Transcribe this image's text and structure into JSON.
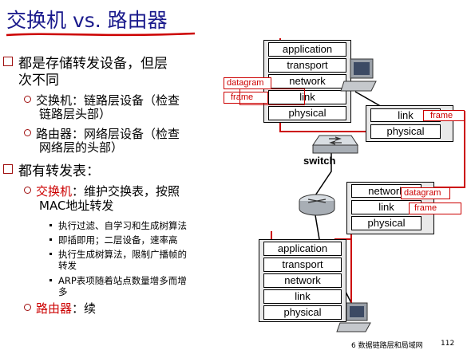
{
  "title": "交换机 vs. 路由器",
  "bullets": {
    "b1_line1": "都是存储转发设备，但层",
    "b1_line2": "次不同",
    "s1_line1": "交换机：链路层设备（检查",
    "s1_line2": "链路层头部）",
    "s2_line1": "路由器：网络层设备（检查",
    "s2_line2": "网络层的头部）",
    "b2": "都有转发表：",
    "s3_red": "交换机",
    "s3_rest": "：维护交换表，按照",
    "s3_line2": "MAC地址转发",
    "t1": "执行过滤、自学习和生成树算法",
    "t2": "即插即用；二层设备，速率高",
    "t3_line1": "执行生成树算法，限制广播帧的",
    "t3_line2": "转发",
    "t4_line1": "ARP表项随着站点数量增多而增",
    "t4_line2": "多",
    "s4_red": "路由器",
    "s4_rest": "：续"
  },
  "diagram": {
    "top_host_layers": [
      "application",
      "transport",
      "network",
      "link",
      "physical"
    ],
    "switch_layers": [
      "link",
      "physical"
    ],
    "router_layers": [
      "network",
      "link",
      "physical"
    ],
    "bottom_host_layers": [
      "application",
      "transport",
      "network",
      "link",
      "physical"
    ],
    "tags": {
      "datagram1": "datagram",
      "frame1": "frame",
      "frame2": "frame",
      "datagram2": "datagram",
      "frame3": "frame"
    },
    "switch_label": "switch"
  },
  "footer": {
    "chapter": "6  数据链路层和局域网",
    "page": "112"
  },
  "colors": {
    "title": "#1a1a8c",
    "accent": "#cc0000",
    "bullet": "#a01010"
  }
}
